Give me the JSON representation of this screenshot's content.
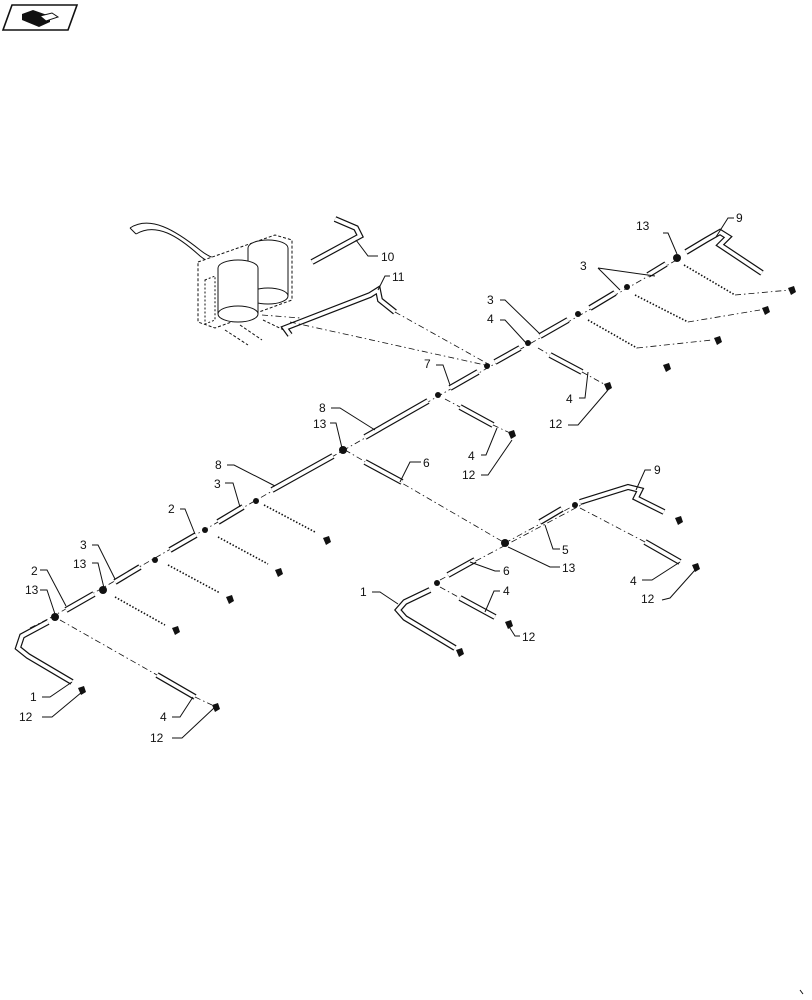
{
  "callouts": {
    "c10": "10",
    "c11": "11",
    "c13_tr": "13",
    "c9_tr": "9",
    "c3_tr": "3",
    "c3_mid": "3",
    "c4_mid": "4",
    "c7": "7",
    "c4_right1": "4",
    "c12_right1": "12",
    "c8_upper": "8",
    "c13_mid": "13",
    "c4_mid2": "4",
    "c12_mid2": "12",
    "c6_mid": "6",
    "c8_lower": "8",
    "c3_lower": "3",
    "c2_mid": "2",
    "c9_right": "9",
    "c5": "5",
    "c13_lower": "13",
    "c6_lower": "6",
    "c3_left": "3",
    "c13_left_upper": "13",
    "c2_left": "2",
    "c13_left": "13",
    "c1_center": "1",
    "c4_center": "4",
    "c12_center": "12",
    "c4_right2": "4",
    "c12_right2": "12",
    "c1_left": "1",
    "c12_left": "12",
    "c4_left": "4",
    "c12_left2": "12"
  },
  "icons": {
    "nav": "page-navigation-icon"
  }
}
